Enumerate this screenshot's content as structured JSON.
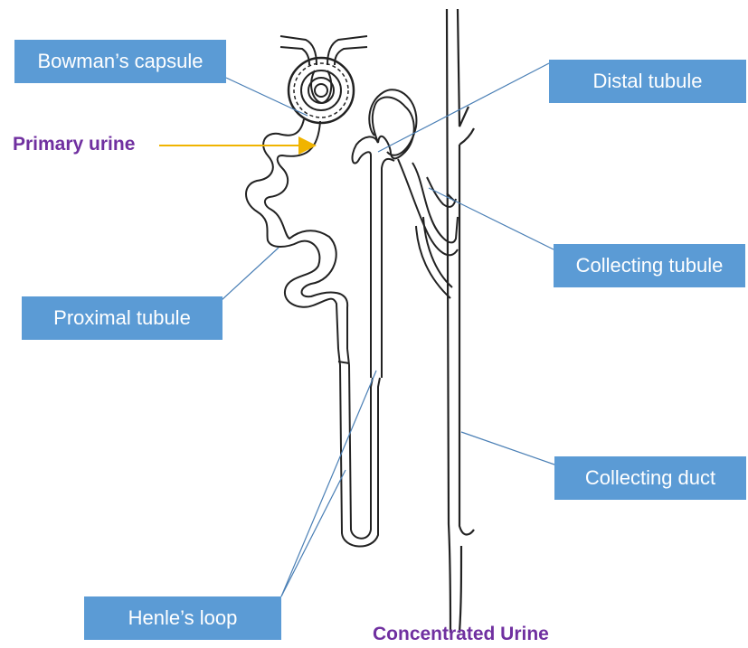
{
  "labels": {
    "bowmans_capsule": "Bowman’s capsule",
    "distal_tubule": "Distal tubule",
    "primary_urine": "Primary urine",
    "collecting_tubule": "Collecting tubule",
    "proximal_tubule": "Proximal tubule",
    "collecting_duct": "Collecting duct",
    "henles_loop": "Henle’s loop",
    "concentrated_urine": "Concentrated Urine"
  },
  "colors": {
    "label_box": "#5b9bd5",
    "label_text": "#ffffff",
    "leader_line": "#4a7fb5",
    "primary_urine_text": "#7030a0",
    "primary_urine_arrow": "#f0b400",
    "concentrated_urine_text": "#7030a0",
    "drawing": "#222222"
  }
}
